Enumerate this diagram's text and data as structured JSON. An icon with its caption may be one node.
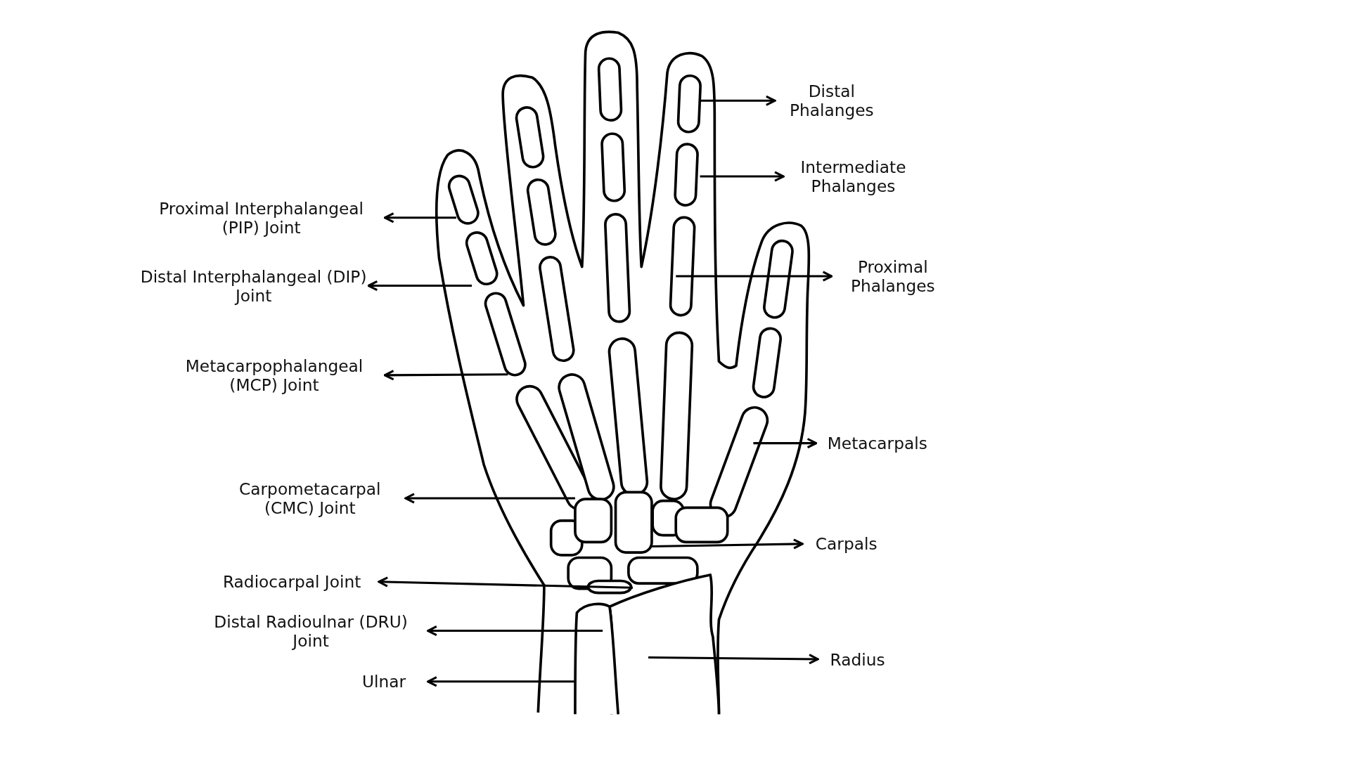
{
  "diagram": {
    "nodes": [
      {
        "text": [
          "Distal Phalanges"
        ]
      },
      {
        "text": [
          "Intermediate Phalanges"
        ]
      },
      {
        "text": [
          "Proximal Interphalangeal (PIP) Joint"
        ]
      },
      {
        "text": [
          "Proximal Phalanges"
        ]
      },
      {
        "text": [
          "Distal Interphalangeal (DIP) Joint"
        ]
      },
      {
        "text": [
          "Metacarpophalangeal (MCP) Joint"
        ]
      },
      {
        "text": [
          "Metacarpals"
        ]
      },
      {
        "text": [
          "Carpometacarpal (CMC) Joint"
        ]
      },
      {
        "text": [
          "Carpals"
        ]
      },
      {
        "text": [
          "Radiocarpal Joint"
        ]
      },
      {
        "text": [
          "Distal Radioulnar (DRU) Joint"
        ]
      },
      {
        "text": [
          "Radius"
        ]
      },
      {
        "text": [
          "Ulnar"
        ]
      }
    ],
    "edges": [
      {
        "from": null,
        "to": 0,
        "arrow": "to"
      },
      {
        "from": null,
        "to": 1,
        "arrow": "to"
      },
      {
        "from": null,
        "to": 2,
        "arrow": "to"
      },
      {
        "from": null,
        "to": 3,
        "arrow": "to"
      },
      {
        "from": null,
        "to": 4,
        "arrow": "to"
      },
      {
        "from": null,
        "to": 5,
        "arrow": "to"
      },
      {
        "from": null,
        "to": 6,
        "arrow": "to"
      },
      {
        "from": null,
        "to": 7,
        "arrow": "to"
      },
      {
        "from": null,
        "to": 8,
        "arrow": "to"
      },
      {
        "from": null,
        "to": 9,
        "arrow": "to"
      },
      {
        "from": null,
        "to": 10,
        "arrow": "to"
      },
      {
        "from": null,
        "to": 11,
        "arrow": "to"
      },
      {
        "from": null,
        "to": 12,
        "arrow": "to"
      }
    ]
  }
}
